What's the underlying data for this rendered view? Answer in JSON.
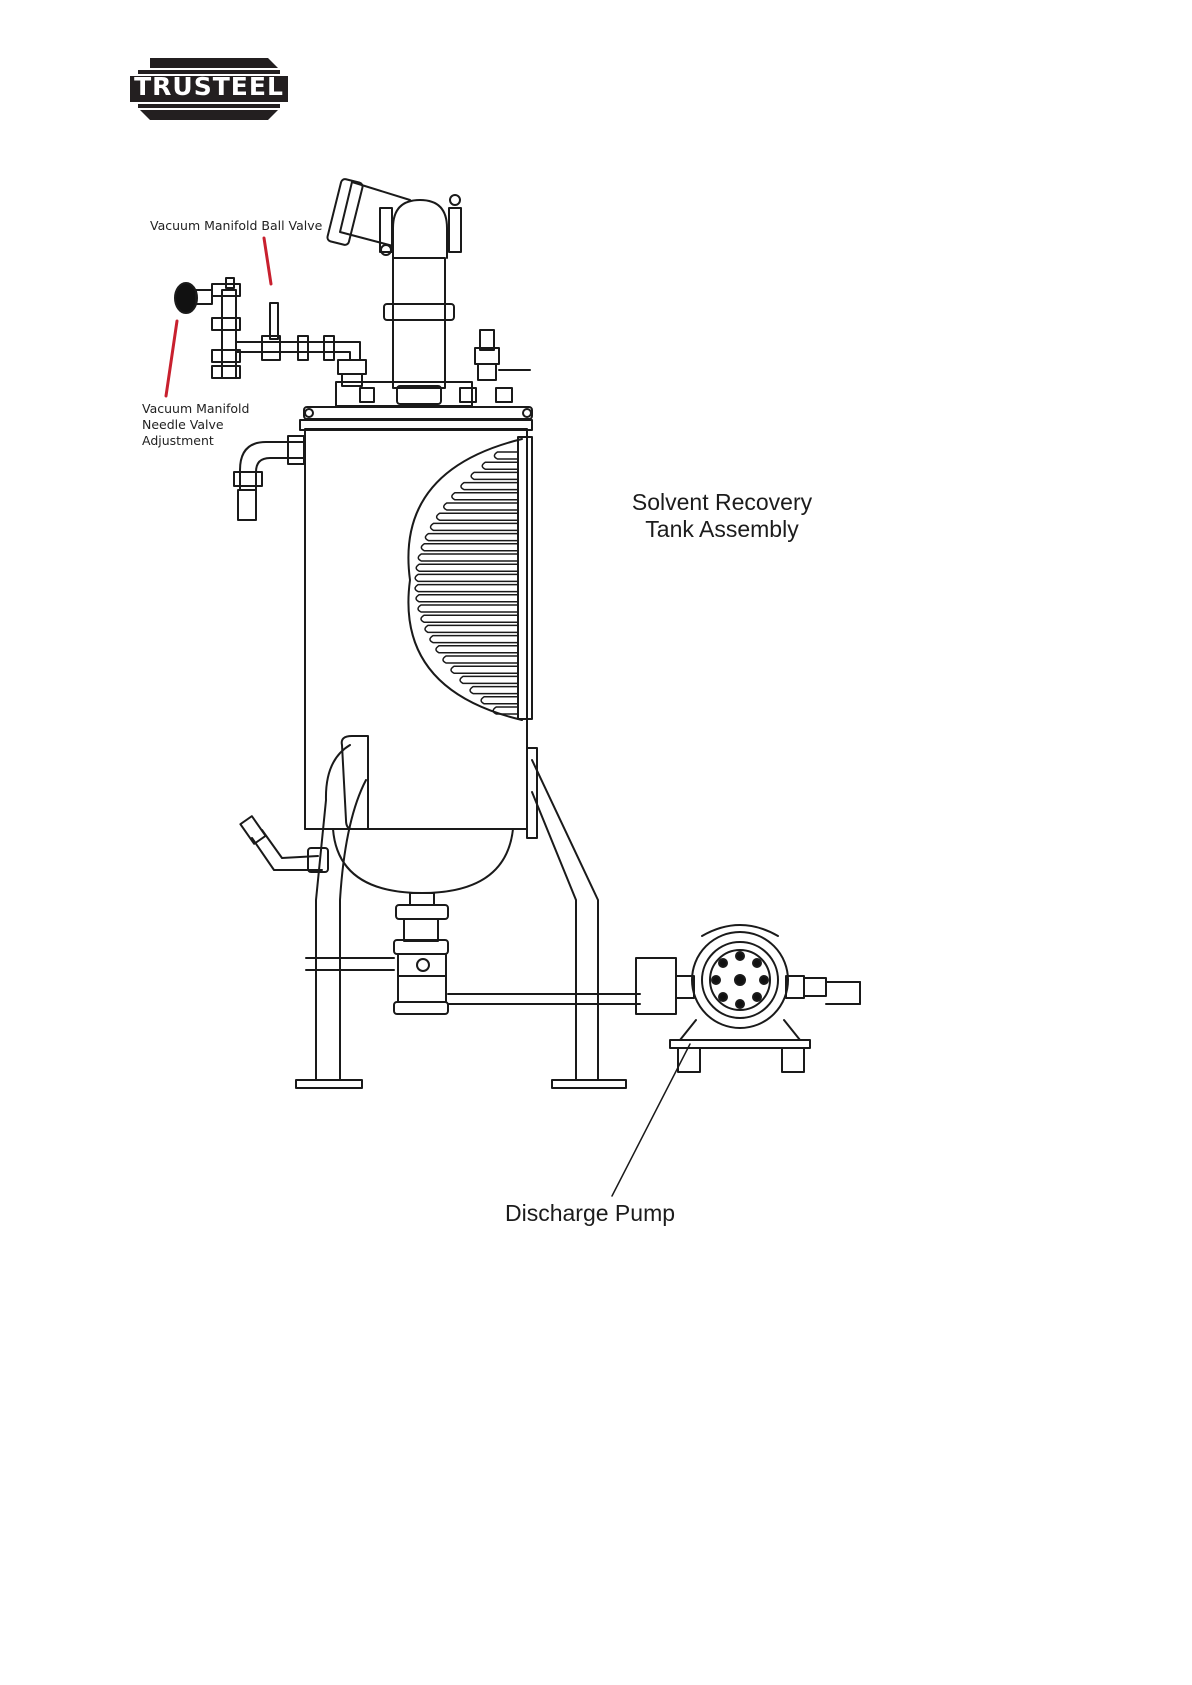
{
  "logo": {
    "text": "TruSteel",
    "display": "TRUSTEEL",
    "color": "#231f20"
  },
  "callouts": {
    "ball_valve": "Vacuum Manifold Ball Valve",
    "needle_valve": [
      "Vacuum Manifold",
      "Needle Valve",
      "Adjustment"
    ],
    "line_color": "#c8202e"
  },
  "labels": {
    "tank_title": [
      "Solvent Recovery",
      "Tank Assembly"
    ],
    "pump": "Discharge Pump"
  },
  "line_color": "#1a1a1a"
}
